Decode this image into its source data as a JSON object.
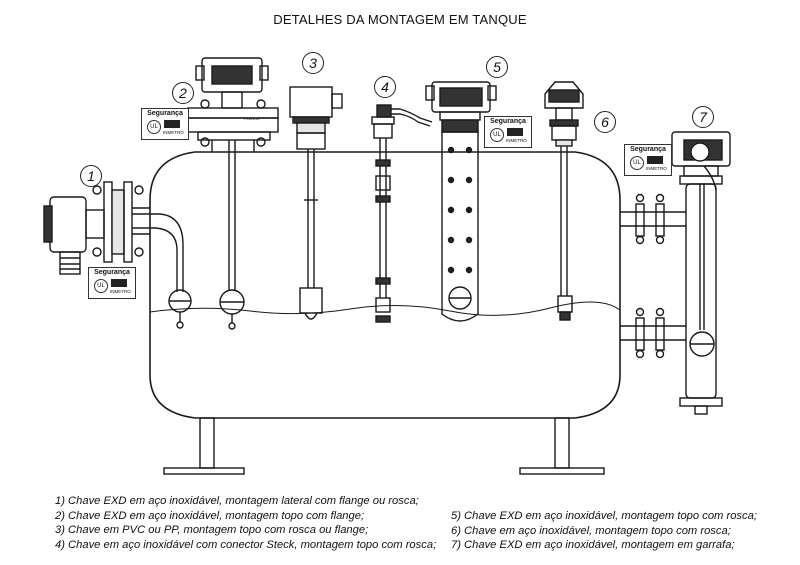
{
  "title": "DETALHES DA MONTAGEM EM TANQUE",
  "labels": [
    "1",
    "2",
    "3",
    "4",
    "5",
    "6",
    "7"
  ],
  "badge": {
    "title": "Segurança",
    "ul": "UL",
    "brand": "INMETRO"
  },
  "plate_text": "FLANGE",
  "legend_left": [
    "1) Chave EXD em aço inoxidável, montagem lateral com flange ou rosca;",
    "2) Chave EXD em aço inoxidável, montagem topo com flange;",
    "3) Chave em PVC ou PP, montagem topo com rosca ou flange;",
    "4) Chave em aço inoxidável com conector Steck, montagem topo com rosca;"
  ],
  "legend_right": [
    "5) Chave EXD em aço inoxidável, montagem topo com rosca;",
    "6) Chave em aço inoxidável, montagem topo com rosca;",
    "7) Chave EXD em aço inoxidável, montagem em garrafa;"
  ],
  "colors": {
    "line": "#1a1a1a",
    "fill_dark": "#333333",
    "fill_light": "#e6e6e6",
    "background": "#ffffff"
  }
}
